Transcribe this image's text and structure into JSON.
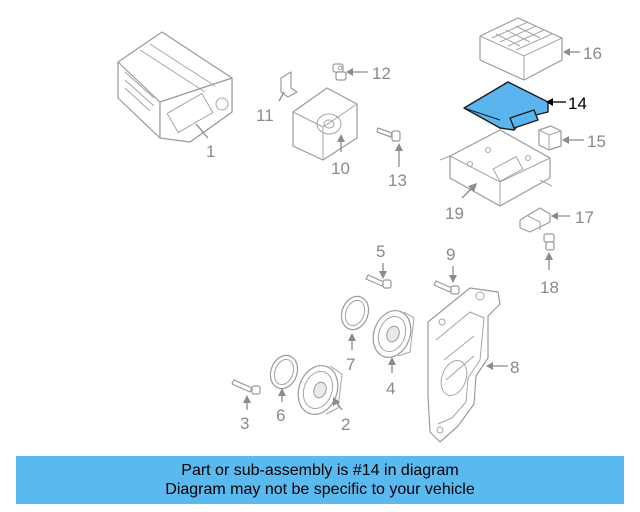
{
  "callouts": {
    "c1": "1",
    "c2": "2",
    "c3": "3",
    "c4": "4",
    "c5": "5",
    "c6": "6",
    "c7": "7",
    "c8": "8",
    "c9": "9",
    "c10": "10",
    "c11": "11",
    "c12": "12",
    "c13": "13",
    "c14": "14",
    "c15": "15",
    "c16": "16",
    "c17": "17",
    "c18": "18",
    "c19": "19"
  },
  "highlight": {
    "part_number": "14",
    "color": "#5ab4ee"
  },
  "banner": {
    "line1": "Part or sub-assembly is #14 in diagram",
    "line2": "Diagram may not be specific to your vehicle",
    "background": "#5ab9ef"
  }
}
